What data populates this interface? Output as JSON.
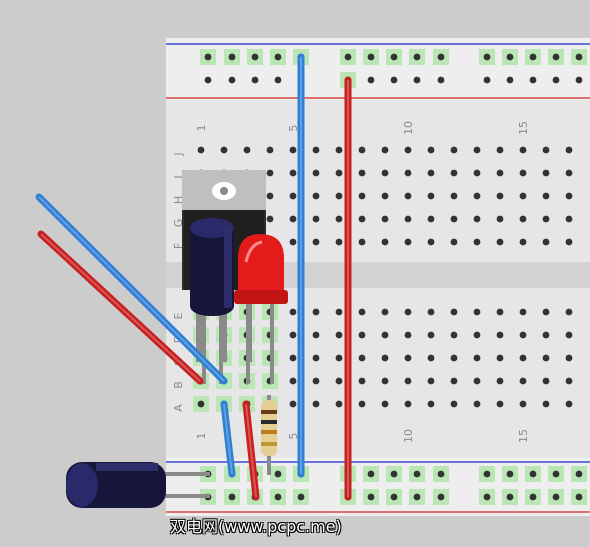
{
  "breadboard": {
    "column_labels_top": [
      "1",
      "5",
      "10",
      "15"
    ],
    "column_labels_bottom": [
      "1",
      "5",
      "10",
      "15"
    ],
    "row_labels_top": [
      "J",
      "I",
      "H",
      "G",
      "F"
    ],
    "row_labels_bottom": [
      "E",
      "D",
      "C",
      "B",
      "A"
    ]
  },
  "components": [
    {
      "kind": "voltage-regulator",
      "label": ""
    },
    {
      "kind": "electrolytic-capacitor",
      "label": ""
    },
    {
      "kind": "red-led",
      "label": ""
    },
    {
      "kind": "resistor",
      "label": ""
    },
    {
      "kind": "electrolytic-capacitor",
      "label": ""
    }
  ],
  "wires": [
    {
      "color": "#2f7fd6",
      "name": "blue"
    },
    {
      "color": "#c82020",
      "name": "red"
    }
  ],
  "colors": {
    "board": "#e9e9e9",
    "hole_pad": "#b9e6b4",
    "rail_red": "#d64545",
    "rail_blue": "#3b4bd0"
  },
  "caption": "双电网(www.pcpc.me)"
}
